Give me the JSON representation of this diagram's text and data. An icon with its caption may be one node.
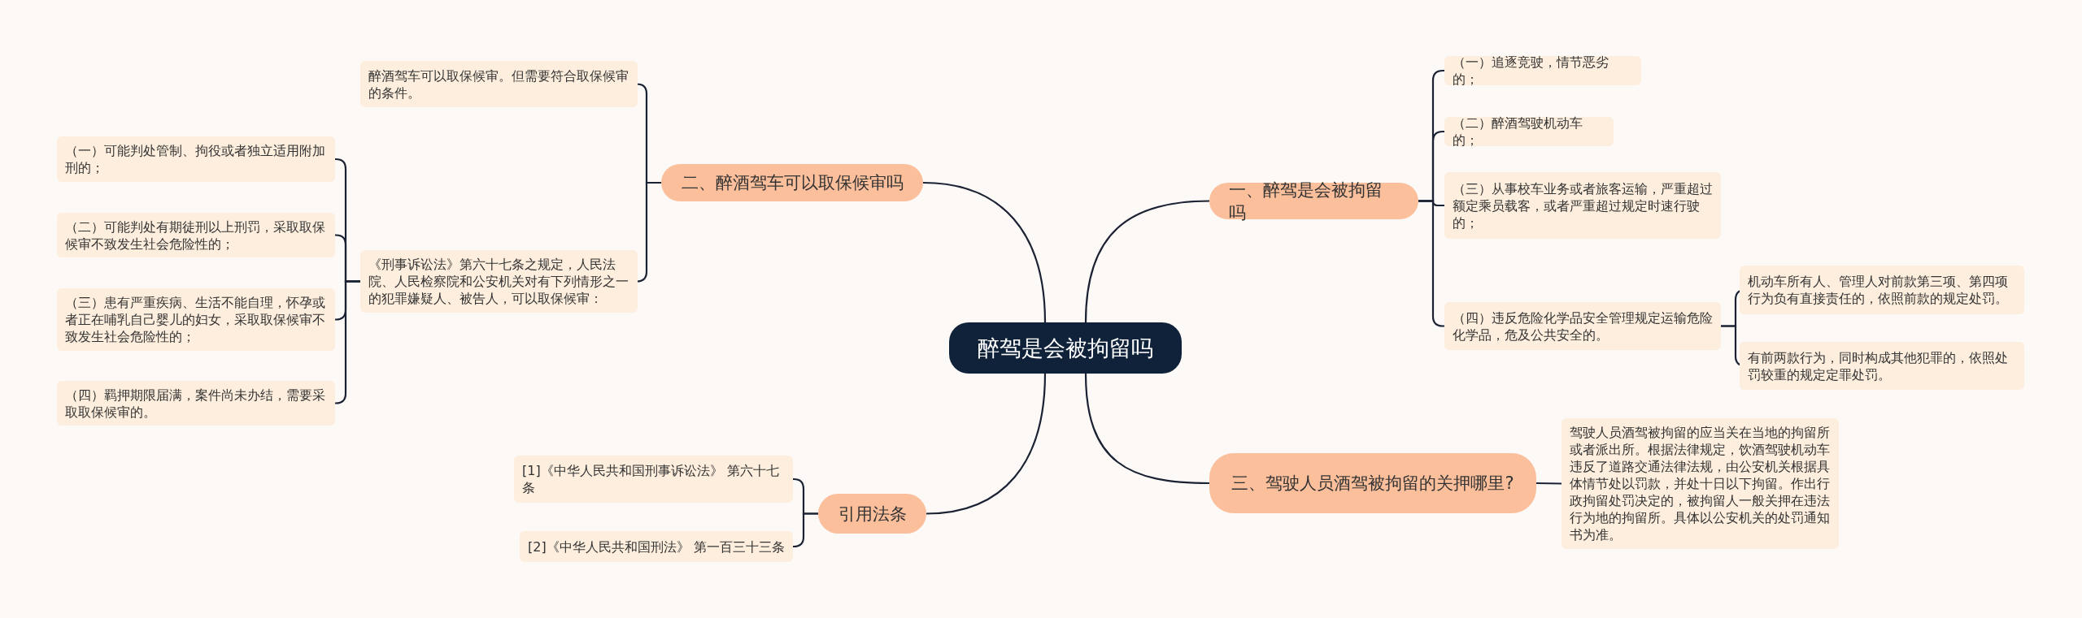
{
  "diagram": {
    "nodes": [
      {
        "text": [
          "醉驾是会被拘留吗"
        ]
      },
      {
        "text": [
          "一、醉驾是会被拘留吗"
        ]
      },
      {
        "text": [
          "（一）追逐竞驶，情节恶劣的；"
        ]
      },
      {
        "text": [
          "（二）醉酒驾驶机动车的；"
        ]
      },
      {
        "text": [
          "（三）从事校车业务或者旅客运输，严重超过额定乘员载客，或者严重超过规定时速行驶的；"
        ]
      },
      {
        "text": [
          "（四）违反危险化学品安全管理规定运输危险化学品，危及公共安全的。"
        ]
      },
      {
        "text": [
          "机动车所有人、管理人对前款第三项、第四项行为负有直接责任的，依照前款的规定处罚。"
        ]
      },
      {
        "text": [
          "有前两款行为，同时构成其他犯罪的，依照处罚较重的规定定罪处罚。"
        ]
      },
      {
        "text": [
          "三、驾驶人员酒驾被拘留的关押哪里?"
        ]
      },
      {
        "text": [
          "驾驶人员酒驾被拘留的应当关在当地的拘留所或者派出所。根据法律规定，饮酒驾驶机动车违反了道路交通法律法规，由公安机关根据具体情节处以罚款，并处十日以下拘留。作出行政拘留处罚决定的，被拘留人一般关押在违法行为地的拘留所。具体以公安机关的处罚通知书为准。"
        ]
      },
      {
        "text": [
          "二、醉酒驾车可以取保候审吗"
        ]
      },
      {
        "text": [
          "醉酒驾车可以取保候审。但需要符合取保候审的条件。"
        ]
      },
      {
        "text": [
          "《刑事诉讼法》第六十七条之规定，人民法院、人民检察院和公安机关对有下列情形之一的犯罪嫌疑人、被告人，可以取保候审："
        ]
      },
      {
        "text": [
          "（一）可能判处管制、拘役或者独立适用附加刑的；"
        ]
      },
      {
        "text": [
          "（二）可能判处有期徒刑以上刑罚，采取取保候审不致发生社会危险性的；"
        ]
      },
      {
        "text": [
          "（三）患有严重疾病、生活不能自理，怀孕或者正在哺乳自己婴儿的妇女，采取取保候审不致发生社会危险性的；"
        ]
      },
      {
        "text": [
          "（四）羁押期限届满，案件尚未办结，需要采取取保候审的。"
        ]
      },
      {
        "text": [
          "引用法条"
        ]
      },
      {
        "text": [
          "[1]《中华人民共和国刑事诉讼法》 第六十七条"
        ]
      },
      {
        "text": [
          "[2]《中华人民共和国刑法》 第一百三十三条"
        ]
      }
    ],
    "edges": [
      {
        "from": 0,
        "to": 1,
        "arrow": "none"
      },
      {
        "from": 1,
        "to": 2,
        "arrow": "none"
      },
      {
        "from": 1,
        "to": 3,
        "arrow": "none"
      },
      {
        "from": 1,
        "to": 4,
        "arrow": "none"
      },
      {
        "from": 1,
        "to": 5,
        "arrow": "none"
      },
      {
        "from": 5,
        "to": 6,
        "arrow": "none"
      },
      {
        "from": 5,
        "to": 7,
        "arrow": "none"
      },
      {
        "from": 0,
        "to": 8,
        "arrow": "none"
      },
      {
        "from": 8,
        "to": 9,
        "arrow": "none"
      },
      {
        "from": 0,
        "to": 10,
        "arrow": "none"
      },
      {
        "from": 10,
        "to": 11,
        "arrow": "none"
      },
      {
        "from": 10,
        "to": 12,
        "arrow": "none"
      },
      {
        "from": 12,
        "to": 13,
        "arrow": "none"
      },
      {
        "from": 12,
        "to": 14,
        "arrow": "none"
      },
      {
        "from": 12,
        "to": 15,
        "arrow": "none"
      },
      {
        "from": 12,
        "to": 16,
        "arrow": "none"
      },
      {
        "from": 0,
        "to": 17,
        "arrow": "none"
      },
      {
        "from": 17,
        "to": 18,
        "arrow": "none"
      },
      {
        "from": 17,
        "to": 19,
        "arrow": "none"
      }
    ]
  }
}
